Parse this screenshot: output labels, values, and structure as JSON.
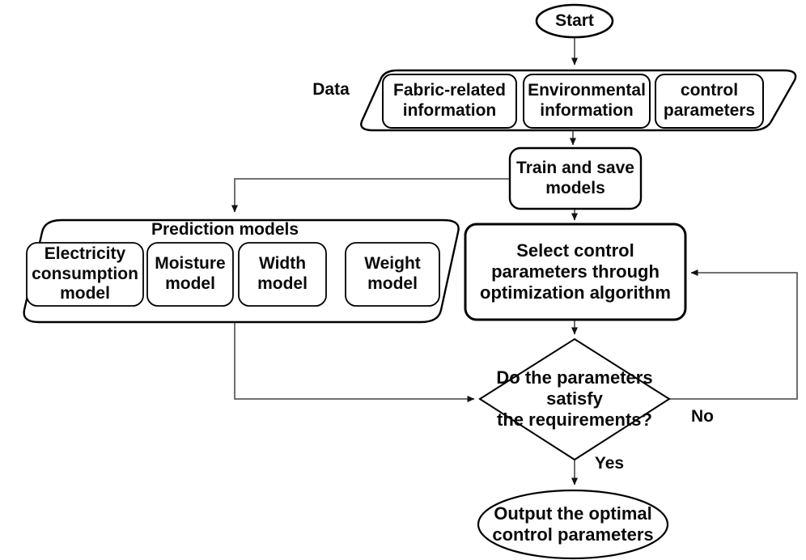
{
  "colors": {
    "background": "#ffffff",
    "shape_stroke": "#000000",
    "connector": "#5f5f5f",
    "text": "#0a0a0a"
  },
  "flowchart": {
    "start_label": "Start",
    "data_group": {
      "label": "Data",
      "items": [
        {
          "label": "Fabric-related\ninformation"
        },
        {
          "label": "Environmental\ninformation"
        },
        {
          "label": "control\nparameters"
        }
      ]
    },
    "train_label": "Train and save\nmodels",
    "prediction_group": {
      "title": "Prediction models",
      "items": [
        {
          "label": "Electricity\nconsumption\nmodel"
        },
        {
          "label": "Moisture\nmodel"
        },
        {
          "label": "Width\nmodel"
        },
        {
          "label": "Weight\nmodel"
        }
      ]
    },
    "select_label": "Select control\nparameters through\noptimization algorithm",
    "decision_label": "Do the parameters\nsatisfy\nthe requirements?",
    "branch_no": "No",
    "branch_yes": "Yes",
    "output_label": "Output the optimal\ncontrol parameters"
  }
}
